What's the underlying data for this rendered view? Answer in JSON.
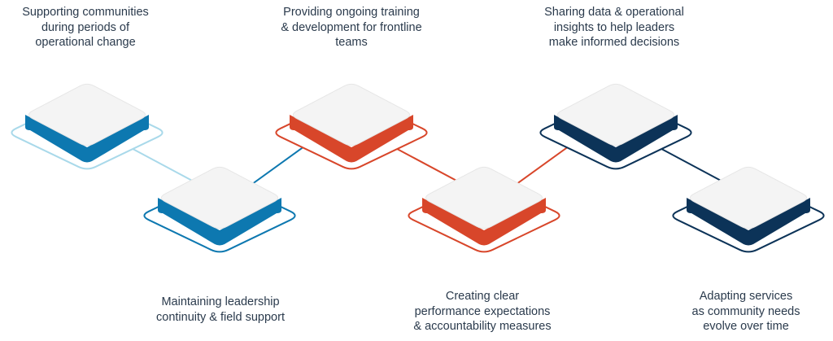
{
  "diagram": {
    "colors": {
      "light_blue": "#a9d9ea",
      "blue": "#0d78b0",
      "orange": "#d8462a",
      "navy": "#0c3358",
      "tile_top": "#f4f4f4",
      "text": "#2a3a4c"
    },
    "steps": [
      {
        "text": "Supporting communities\nduring periods of\noperational change",
        "tile_color": "blue",
        "outline_color": "light_blue"
      },
      {
        "text": "Maintaining leadership\ncontinuity & field support",
        "tile_color": "blue",
        "outline_color": "blue"
      },
      {
        "text": "Providing ongoing training\n& development for frontline\nteams",
        "tile_color": "orange",
        "outline_color": "orange"
      },
      {
        "text": "Creating clear\nperformance expectations\n& accountability measures",
        "tile_color": "orange",
        "outline_color": "orange"
      },
      {
        "text": "Sharing data & operational\ninsights to help leaders\nmake informed decisions",
        "tile_color": "navy",
        "outline_color": "navy"
      },
      {
        "text": "Adapting services\nas community needs\nevolve over time",
        "tile_color": "navy",
        "outline_color": "navy"
      }
    ],
    "connectors": [
      {
        "from": 0,
        "to": 1,
        "color": "light_blue"
      },
      {
        "from": 1,
        "to": 2,
        "color": "blue"
      },
      {
        "from": 2,
        "to": 3,
        "color": "orange"
      },
      {
        "from": 3,
        "to": 4,
        "color": "orange"
      },
      {
        "from": 4,
        "to": 5,
        "color": "navy"
      }
    ]
  }
}
